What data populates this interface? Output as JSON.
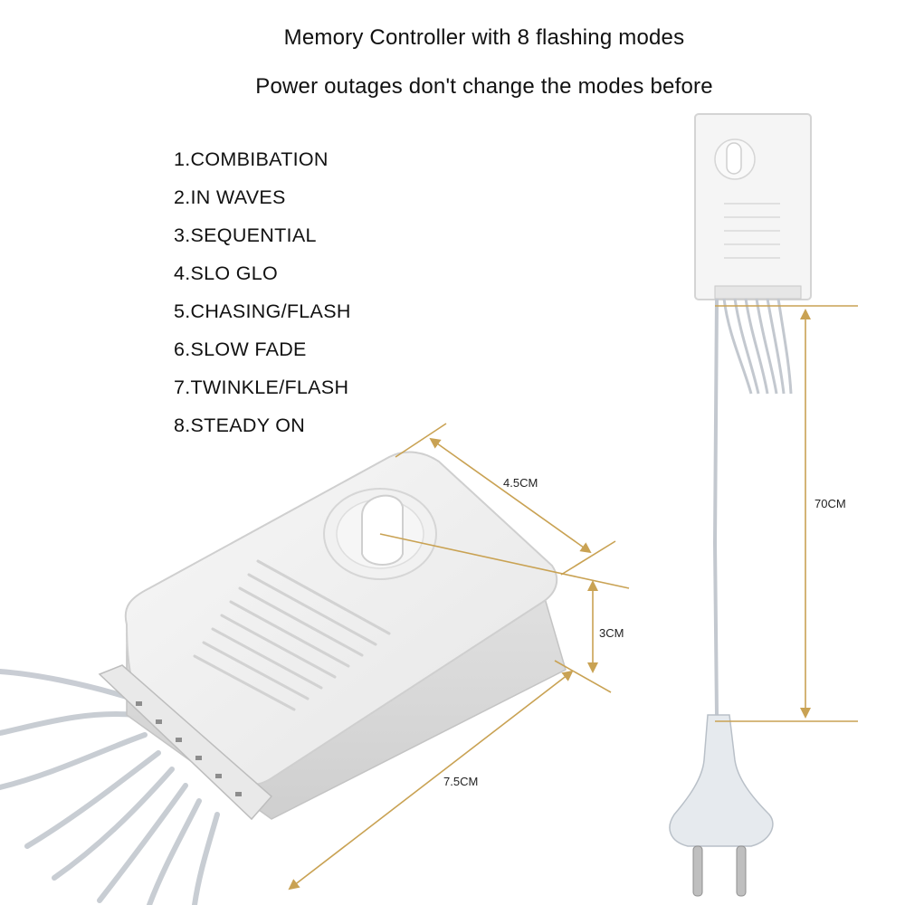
{
  "header": {
    "line1": "Memory Controller with 8 flashing modes",
    "line2": "Power outages don't change the modes before"
  },
  "modes": [
    "1.COMBIBATION",
    "2.IN WAVES",
    "3.SEQUENTIAL",
    "4.SLO GLO",
    "5.CHASING/FLASH",
    "6.SLOW FADE",
    "7.TWINKLE/FLASH",
    "8.STEADY ON"
  ],
  "dimensions": {
    "width": "4.5CM",
    "height": "3CM",
    "length": "7.5CM",
    "cable": "70CM"
  },
  "colors": {
    "dimension_line": "#c9a253",
    "housing": "#f2f2f2",
    "housing_shade": "#d9d9d9",
    "wire": "#c8ccd2"
  }
}
